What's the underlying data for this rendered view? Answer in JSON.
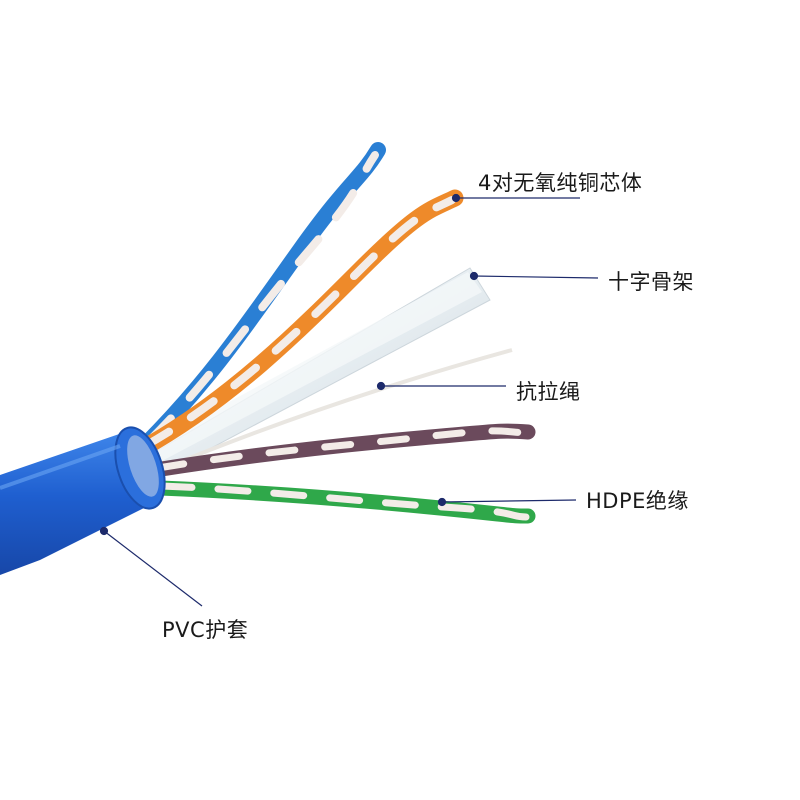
{
  "labels": {
    "copper_core": "4对无氧纯铜芯体",
    "cross_spline": "十字骨架",
    "ripcord": "抗拉绳",
    "hdpe_insulation": "HDPE绝缘",
    "pvc_jacket": "PVC护套"
  },
  "colors": {
    "jacket_blue": "#1f5fd0",
    "pair_blue": "#2a7fd4",
    "pair_orange": "#ee8a2a",
    "pair_brown": "#6b4a5c",
    "pair_green": "#2fa84a",
    "stripe_white": "#f3ece8",
    "spline": "#e8eef2",
    "leader_line": "#1d2a6b"
  }
}
